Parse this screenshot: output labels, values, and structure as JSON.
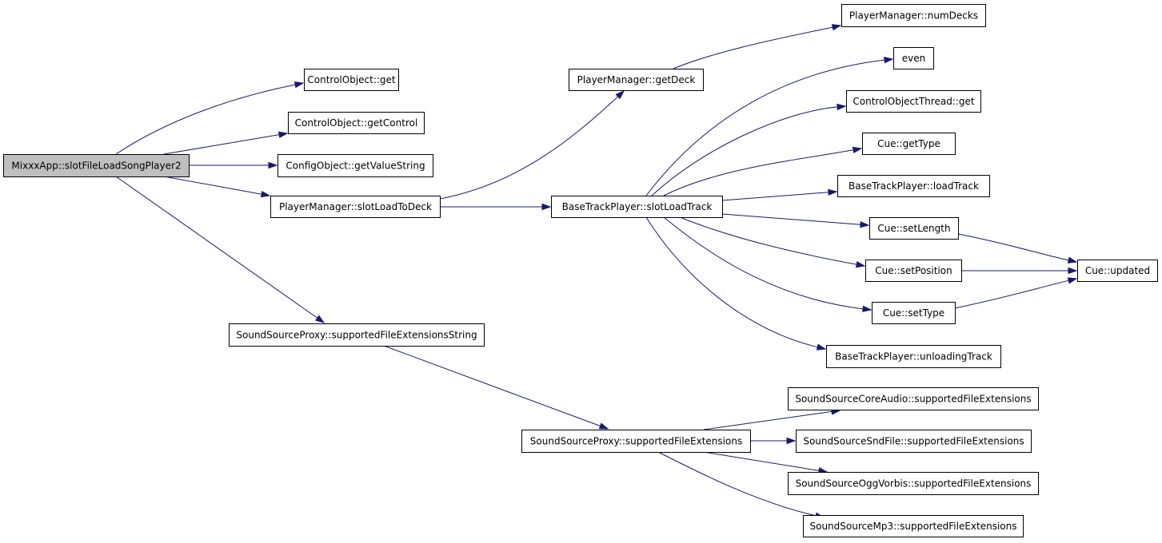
{
  "graph": {
    "colors": {
      "edge": "#191970",
      "root_fill": "#bfbfbf",
      "node_fill": "#ffffff",
      "node_border": "#000000"
    },
    "nodes": [
      {
        "id": "root",
        "label": "MixxxApp::slotFileLoadSongPlayer2",
        "root": true
      },
      {
        "id": "co_get",
        "label": "ControlObject::get"
      },
      {
        "id": "co_getcontrol",
        "label": "ControlObject::getControl"
      },
      {
        "id": "cfg_getvalue",
        "label": "ConfigObject::getValueString"
      },
      {
        "id": "pm_slotload",
        "label": "PlayerManager::slotLoadToDeck"
      },
      {
        "id": "ssp_extstring",
        "label": "SoundSourceProxy::supportedFileExtensionsString"
      },
      {
        "id": "pm_getdeck",
        "label": "PlayerManager::getDeck"
      },
      {
        "id": "btp_slotload",
        "label": "BaseTrackPlayer::slotLoadTrack"
      },
      {
        "id": "ssp_ext",
        "label": "SoundSourceProxy::supportedFileExtensions"
      },
      {
        "id": "pm_numdecks",
        "label": "PlayerManager::numDecks"
      },
      {
        "id": "even",
        "label": "even"
      },
      {
        "id": "cot_get",
        "label": "ControlObjectThread::get"
      },
      {
        "id": "cue_gettype",
        "label": "Cue::getType"
      },
      {
        "id": "btp_loadtrack",
        "label": "BaseTrackPlayer::loadTrack"
      },
      {
        "id": "cue_setlength",
        "label": "Cue::setLength"
      },
      {
        "id": "cue_setposition",
        "label": "Cue::setPosition"
      },
      {
        "id": "cue_settype",
        "label": "Cue::setType"
      },
      {
        "id": "btp_unloading",
        "label": "BaseTrackPlayer::unloadingTrack"
      },
      {
        "id": "cue_updated",
        "label": "Cue::updated"
      },
      {
        "id": "ss_coreaudio",
        "label": "SoundSourceCoreAudio::supportedFileExtensions"
      },
      {
        "id": "ss_sndfile",
        "label": "SoundSourceSndFile::supportedFileExtensions"
      },
      {
        "id": "ss_oggvorbis",
        "label": "SoundSourceOggVorbis::supportedFileExtensions"
      },
      {
        "id": "ss_mp3",
        "label": "SoundSourceMp3::supportedFileExtensions"
      }
    ],
    "edges": [
      {
        "from": "root",
        "to": "co_get"
      },
      {
        "from": "root",
        "to": "co_getcontrol"
      },
      {
        "from": "root",
        "to": "cfg_getvalue"
      },
      {
        "from": "root",
        "to": "pm_slotload"
      },
      {
        "from": "root",
        "to": "ssp_extstring"
      },
      {
        "from": "pm_slotload",
        "to": "pm_getdeck"
      },
      {
        "from": "pm_slotload",
        "to": "btp_slotload"
      },
      {
        "from": "pm_getdeck",
        "to": "pm_numdecks"
      },
      {
        "from": "btp_slotload",
        "to": "even"
      },
      {
        "from": "btp_slotload",
        "to": "cot_get"
      },
      {
        "from": "btp_slotload",
        "to": "cue_gettype"
      },
      {
        "from": "btp_slotload",
        "to": "btp_loadtrack"
      },
      {
        "from": "btp_slotload",
        "to": "cue_setlength"
      },
      {
        "from": "btp_slotload",
        "to": "cue_setposition"
      },
      {
        "from": "btp_slotload",
        "to": "cue_settype"
      },
      {
        "from": "btp_slotload",
        "to": "btp_unloading"
      },
      {
        "from": "cue_setlength",
        "to": "cue_updated"
      },
      {
        "from": "cue_setposition",
        "to": "cue_updated"
      },
      {
        "from": "cue_settype",
        "to": "cue_updated"
      },
      {
        "from": "ssp_extstring",
        "to": "ssp_ext"
      },
      {
        "from": "ssp_ext",
        "to": "ss_coreaudio"
      },
      {
        "from": "ssp_ext",
        "to": "ss_sndfile"
      },
      {
        "from": "ssp_ext",
        "to": "ss_oggvorbis"
      },
      {
        "from": "ssp_ext",
        "to": "ss_mp3"
      }
    ]
  }
}
